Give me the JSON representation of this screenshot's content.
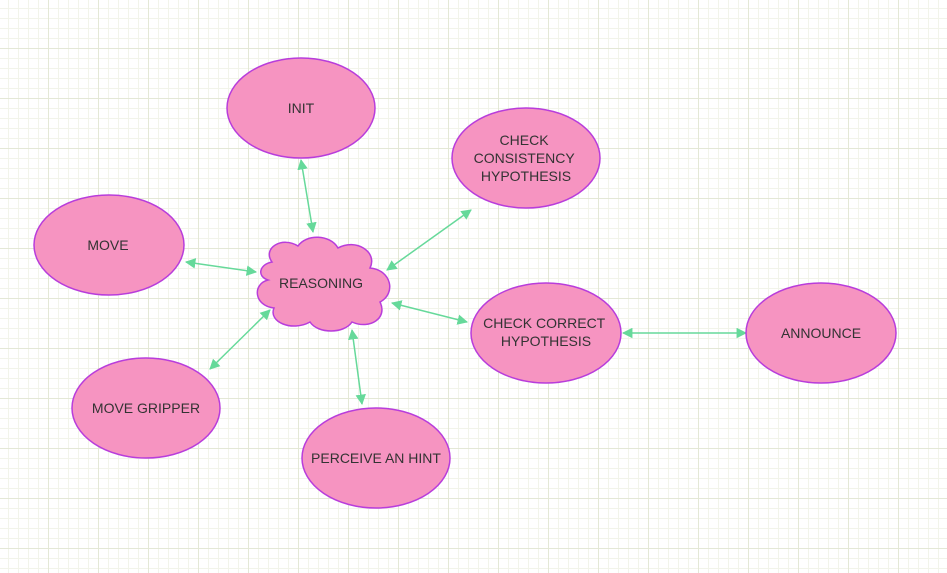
{
  "diagram": {
    "colors": {
      "node_fill": "#f694c1",
      "node_stroke": "#b83ddb",
      "edge": "#66d99a",
      "grid": "#e4e8d6",
      "text": "#333333"
    },
    "nodes": {
      "init": {
        "shape": "ellipse",
        "label": "INIT"
      },
      "check_consistency": {
        "shape": "ellipse",
        "label_lines": [
          "CHECK",
          "CONSISTENCY",
          "HYPOTHESIS"
        ]
      },
      "move": {
        "shape": "ellipse",
        "label": "MOVE"
      },
      "reasoning": {
        "shape": "cloud",
        "label": "REASONING"
      },
      "check_correct": {
        "shape": "ellipse",
        "label_lines": [
          "CHECK CORRECT",
          "HYPOTHESIS"
        ]
      },
      "announce": {
        "shape": "ellipse",
        "label": "ANNOUNCE"
      },
      "move_gripper": {
        "shape": "ellipse",
        "label": "MOVE GRIPPER"
      },
      "perceive_hint": {
        "shape": "ellipse",
        "label": "PERCEIVE AN HINT"
      }
    },
    "edges": [
      {
        "from": "reasoning",
        "to": "init",
        "direction": "both"
      },
      {
        "from": "reasoning",
        "to": "check_consistency",
        "direction": "both"
      },
      {
        "from": "reasoning",
        "to": "move",
        "direction": "both"
      },
      {
        "from": "reasoning",
        "to": "check_correct",
        "direction": "both"
      },
      {
        "from": "check_correct",
        "to": "announce",
        "direction": "both"
      },
      {
        "from": "reasoning",
        "to": "move_gripper",
        "direction": "both"
      },
      {
        "from": "reasoning",
        "to": "perceive_hint",
        "direction": "both"
      }
    ]
  }
}
